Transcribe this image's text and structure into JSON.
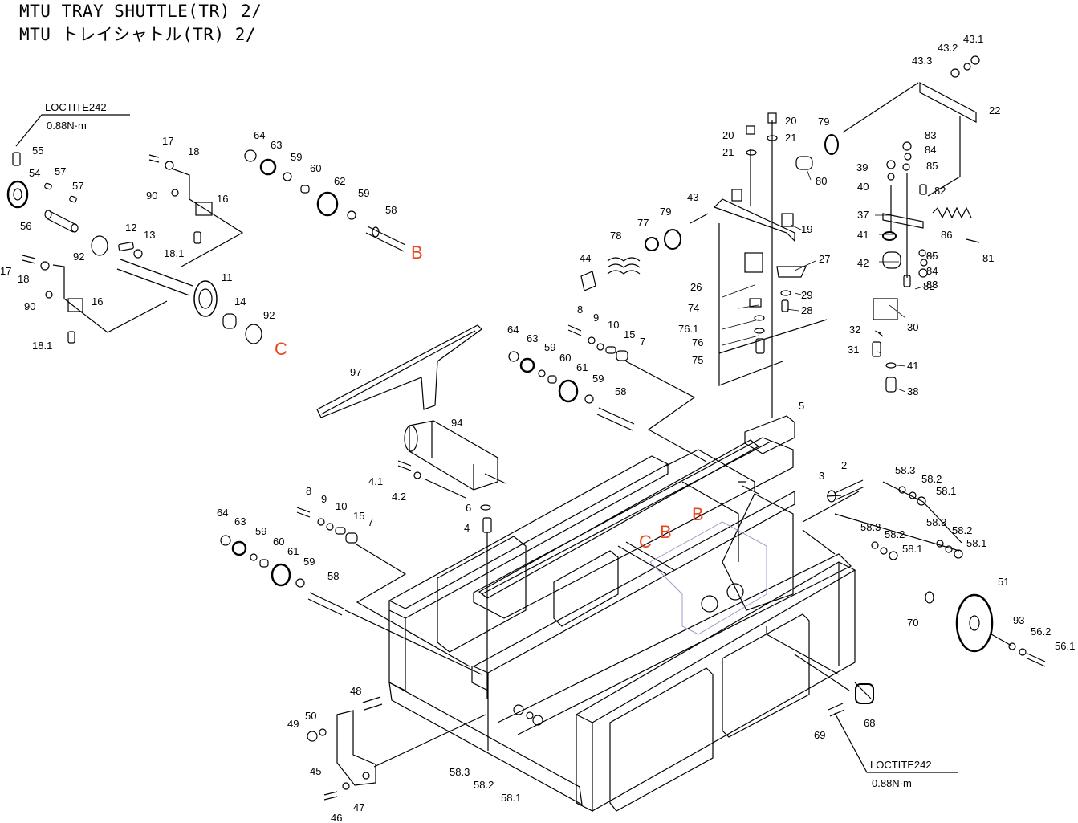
{
  "header": {
    "title_en": "MTU TRAY SHUTTLE(TR) 2/",
    "title_ja": "MTU トレイシャトル(TR) 2/"
  },
  "notes": [
    {
      "id": "note-loctite-top",
      "line1": "LOCTITE242",
      "line2": "0.88N·m"
    },
    {
      "id": "note-loctite-bottom",
      "line1": "LOCTITE242",
      "line2": "0.88N·m"
    }
  ],
  "colors": {
    "ink": "#000000",
    "callout_red": "#e8471f",
    "ghost_blue": "#9aa0c8"
  },
  "callouts": [
    {
      "id": "callout-b-top",
      "letter": "B"
    },
    {
      "id": "callout-c-left",
      "letter": "C"
    },
    {
      "id": "callout-c-mid",
      "letter": "C"
    },
    {
      "id": "callout-b-mid",
      "letter": "B"
    },
    {
      "id": "callout-b-right",
      "letter": "B"
    }
  ],
  "part_labels": [
    "55",
    "54",
    "57",
    "57",
    "56",
    "17",
    "18",
    "90",
    "16",
    "18.1",
    "12",
    "13",
    "92",
    "11",
    "14",
    "92",
    "17",
    "18",
    "90",
    "16",
    "18.1",
    "64",
    "63",
    "59",
    "60",
    "62",
    "59",
    "58",
    "44",
    "78",
    "77",
    "79",
    "43",
    "20",
    "21",
    "20",
    "21",
    "79",
    "80",
    "19",
    "27",
    "26",
    "74",
    "29",
    "28",
    "76.1",
    "76",
    "75",
    "43.1",
    "43.2",
    "43.3",
    "22",
    "83",
    "84",
    "39",
    "85",
    "40",
    "82",
    "37",
    "86",
    "41",
    "81",
    "42",
    "85",
    "84",
    "83",
    "82",
    "30",
    "32",
    "31",
    "41",
    "38",
    "97",
    "64",
    "63",
    "59",
    "60",
    "61",
    "59",
    "58",
    "8",
    "9",
    "10",
    "15",
    "7",
    "94",
    "4.1",
    "4.2",
    "5",
    "6",
    "4",
    "8",
    "9",
    "10",
    "15",
    "7",
    "64",
    "63",
    "59",
    "60",
    "61",
    "59",
    "58",
    "3",
    "2",
    "58.3",
    "58.2",
    "58.1",
    "58.3",
    "58.2",
    "58.1",
    "58.3",
    "58.2",
    "58.1",
    "51",
    "70",
    "93",
    "56.2",
    "56.1",
    "68",
    "69",
    "48",
    "50",
    "49",
    "45",
    "47",
    "46",
    "58.3",
    "58.2",
    "58.1"
  ]
}
